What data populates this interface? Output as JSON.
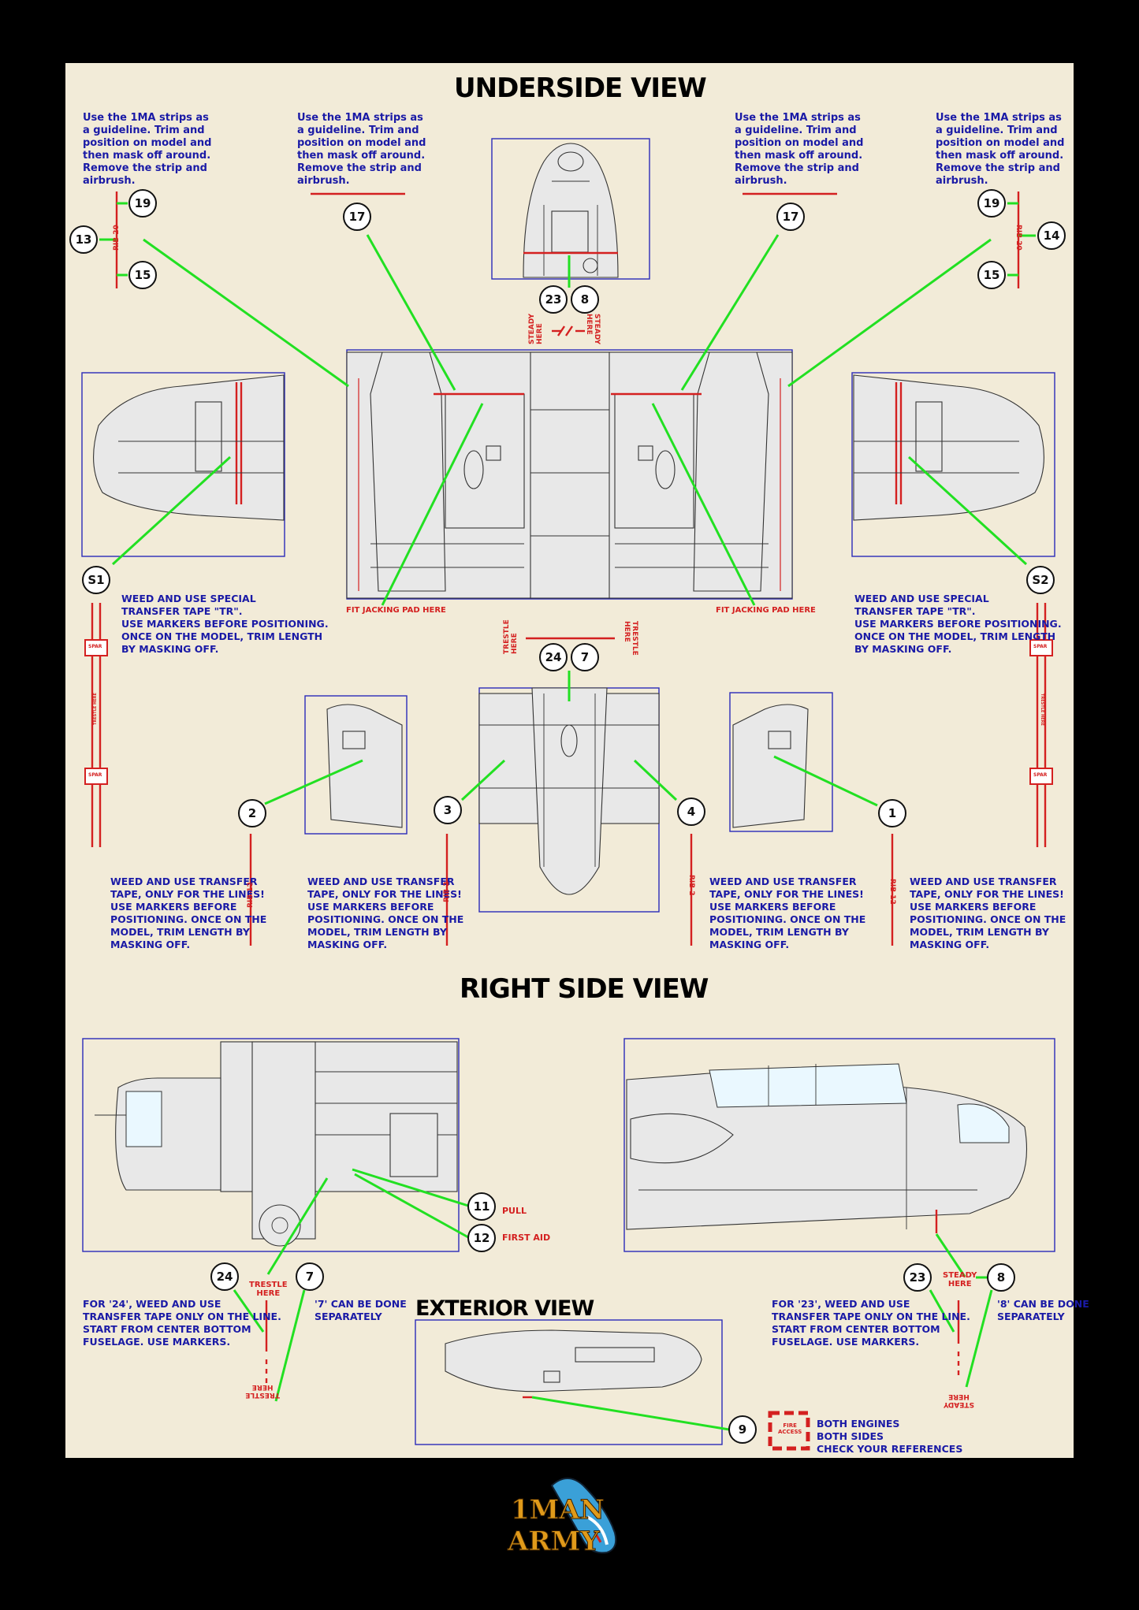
{
  "headings": {
    "underside": "UNDERSIDE VIEW",
    "right_side": "RIGHT SIDE VIEW",
    "exterior": "EXTERIOR VIEW"
  },
  "notes": {
    "guideline": "Use the 1MA strips as\na guideline. Trim and\nposition on model and\nthen mask off around.\nRemove the strip and\nairbrush.",
    "special_tape": "WEED AND USE SPECIAL\nTRANSFER TAPE \"TR\".\nUSE MARKERS BEFORE POSITIONING.\nONCE ON THE MODEL, TRIM LENGTH\nBY MASKING OFF.",
    "transfer_lines": "WEED AND USE TRANSFER\nTAPE, ONLY FOR THE LINES!\nUSE MARKERS BEFORE\nPOSITIONING. ONCE ON THE\nMODEL, TRIM LENGTH BY\nMASKING OFF.",
    "note_24": "FOR '24', WEED AND USE\nTRANSFER TAPE ONLY ON THE LINE.\nSTART FROM CENTER BOTTOM\nFUSELAGE. USE MARKERS.",
    "note_7": "'7' CAN BE DONE\nSEPARATELY",
    "note_23": "FOR '23', WEED AND USE\nTRANSFER TAPE ONLY ON THE LINE.\nSTART FROM CENTER BOTTOM\nFUSELAGE. USE MARKERS.",
    "note_8": "'8' CAN BE DONE\nSEPARATELY",
    "engines": "BOTH ENGINES\nBOTH SIDES\nCHECK YOUR REFERENCES"
  },
  "labels": {
    "steady_here": "STEADY\nHERE",
    "trestle_here": "TRESTLE\nHERE",
    "fit_jacking": "FIT JACKING PAD HERE",
    "pull": "PULL",
    "first_aid": "FIRST AID",
    "fire_access": "FIRE\nACCESS",
    "rib20": "RIB 20",
    "rib12": "RIB 12",
    "rib2": "RIB 2",
    "spar": "SPAR",
    "trestle_here_strip": "TRESTLE HERE"
  },
  "callouts": {
    "c19": "19",
    "c13": "13",
    "c15": "15",
    "c17": "17",
    "c14": "14",
    "c23": "23",
    "c8": "8",
    "s1": "S1",
    "s2": "S2",
    "c24": "24",
    "c7": "7",
    "c2": "2",
    "c3": "3",
    "c4": "4",
    "c1": "1",
    "c11": "11",
    "c12": "12",
    "c9": "9"
  },
  "logo": {
    "line1": "1MAN",
    "line2": "ARMY"
  },
  "colors": {
    "sheet": "#f2ebd8",
    "leader": "#22e022",
    "marking": "#d42020",
    "frame": "#2b2bb8",
    "note_text": "#1a1aa6",
    "panel_fill": "#e8e8e8"
  }
}
